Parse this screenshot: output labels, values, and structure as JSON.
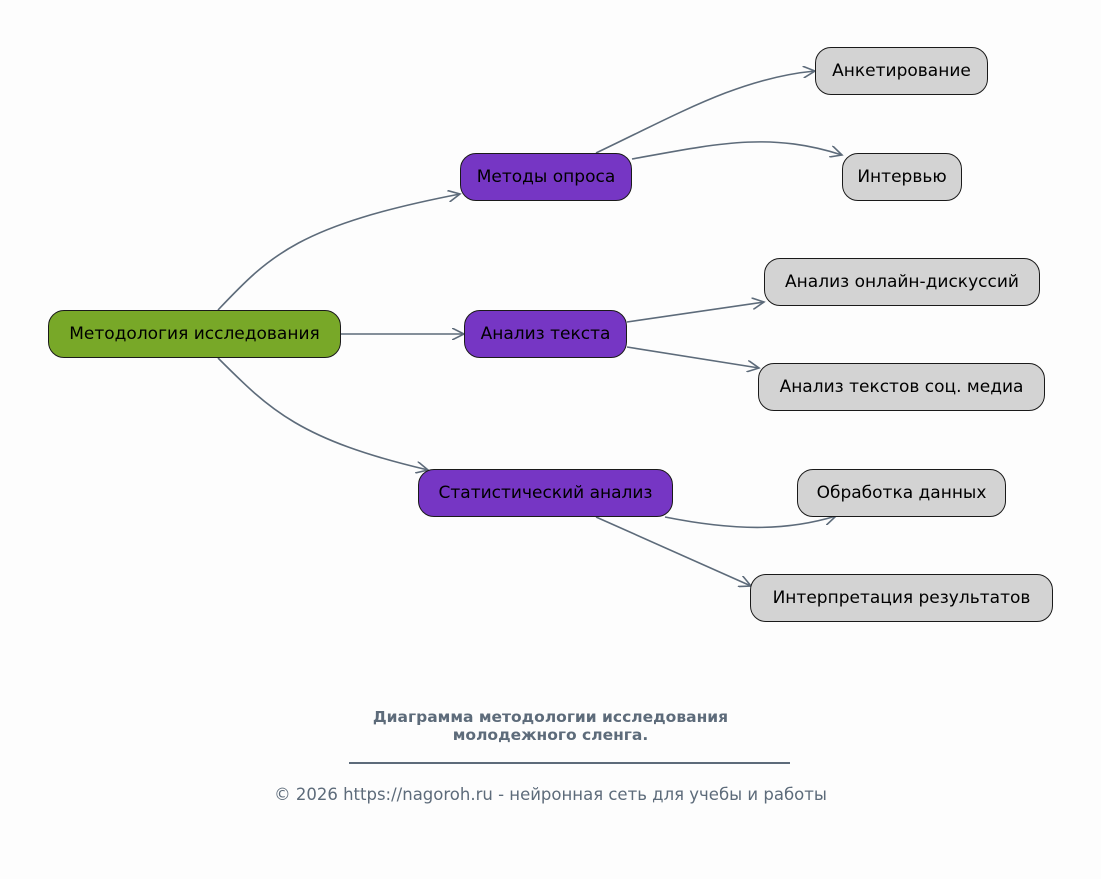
{
  "diagram": {
    "root": {
      "label": "Методология исследования",
      "color": "#78a828"
    },
    "branches": [
      {
        "label": "Методы опроса",
        "color": "#7636c4",
        "children": [
          {
            "label": "Анкетирование"
          },
          {
            "label": "Интервью"
          }
        ]
      },
      {
        "label": "Анализ текста",
        "color": "#7636c4",
        "children": [
          {
            "label": "Анализ онлайн-дискуссий"
          },
          {
            "label": "Анализ текстов соц. медиа"
          }
        ]
      },
      {
        "label": "Статистический анализ",
        "color": "#7636c4",
        "children": [
          {
            "label": "Обработка данных"
          },
          {
            "label": "Интерпретация результатов"
          }
        ]
      }
    ],
    "leaf_color": "#d3d3d3",
    "edge_color": "#5d6b7a"
  },
  "caption": {
    "title_line1": "Диаграмма методологии исследования",
    "title_line2": "молодежного сленга.",
    "footer": "© 2026 https://nagoroh.ru - нейронная сеть для учебы и работы"
  }
}
